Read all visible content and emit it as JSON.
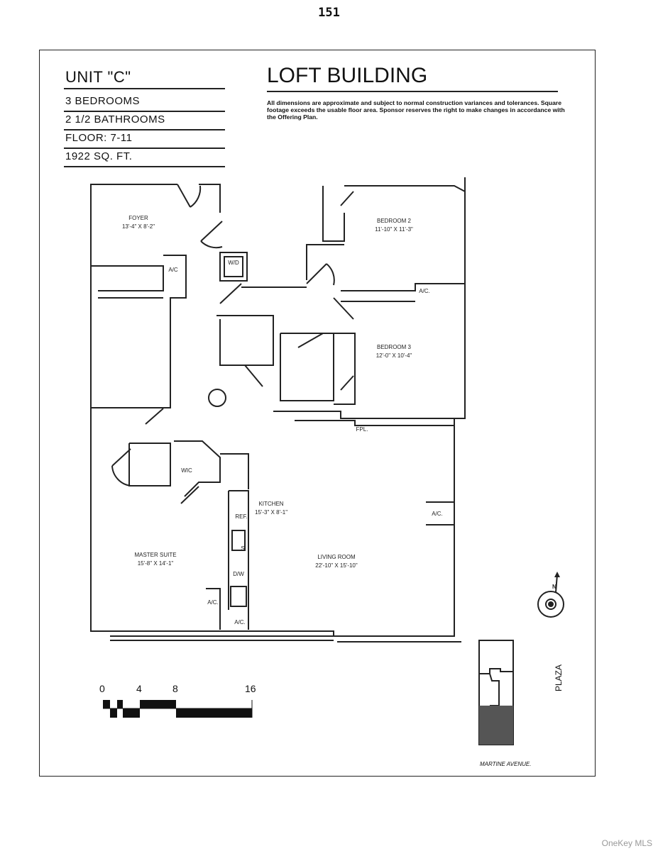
{
  "page_number": "151",
  "unit": {
    "name": "UNIT \"C\"",
    "bedrooms": "3 BEDROOMS",
    "bathrooms": "2 1/2 BATHROOMS",
    "floor": "FLOOR: 7-11",
    "area": "1922 SQ. FT."
  },
  "building": {
    "title": "LOFT BUILDING",
    "disclaimer": "All dimensions are approximate and subject to normal construction variances and tolerances. Square footage exceeds the usable floor area. Sponsor reserves the right to make changes in accordance with the Offering Plan."
  },
  "rooms": {
    "foyer": {
      "name": "FOYER",
      "dims": "13'-4\" X 8'-2\""
    },
    "bedroom2": {
      "name": "BEDROOM 2",
      "dims": "11'-10\" X 11'-3\""
    },
    "bedroom3": {
      "name": "BEDROOM 3",
      "dims": "12'-0\" X 10'-4\""
    },
    "kitchen": {
      "name": "KITCHEN",
      "dims": "15'-3\" X 8'-1\""
    },
    "living": {
      "name": "LIVING ROOM",
      "dims": "22'-10\" X 15'-10\""
    },
    "master": {
      "name": "MASTER SUITE",
      "dims": "15'-8\" X 14'-1\""
    }
  },
  "fixtures": {
    "wd": "W/D",
    "ac": "A/C",
    "ac2": "A/C.",
    "fpl": "FPL.",
    "wic": "WIC",
    "ref": "REF.",
    "dw": "D/W",
    "sink": "S"
  },
  "scale": {
    "labels": [
      "0",
      "4",
      "8",
      "16"
    ]
  },
  "compass": {
    "north": "N"
  },
  "site": {
    "plaza": "PLAZA",
    "street": "MARTINE AVENUE."
  },
  "watermark": "OneKey MLS"
}
